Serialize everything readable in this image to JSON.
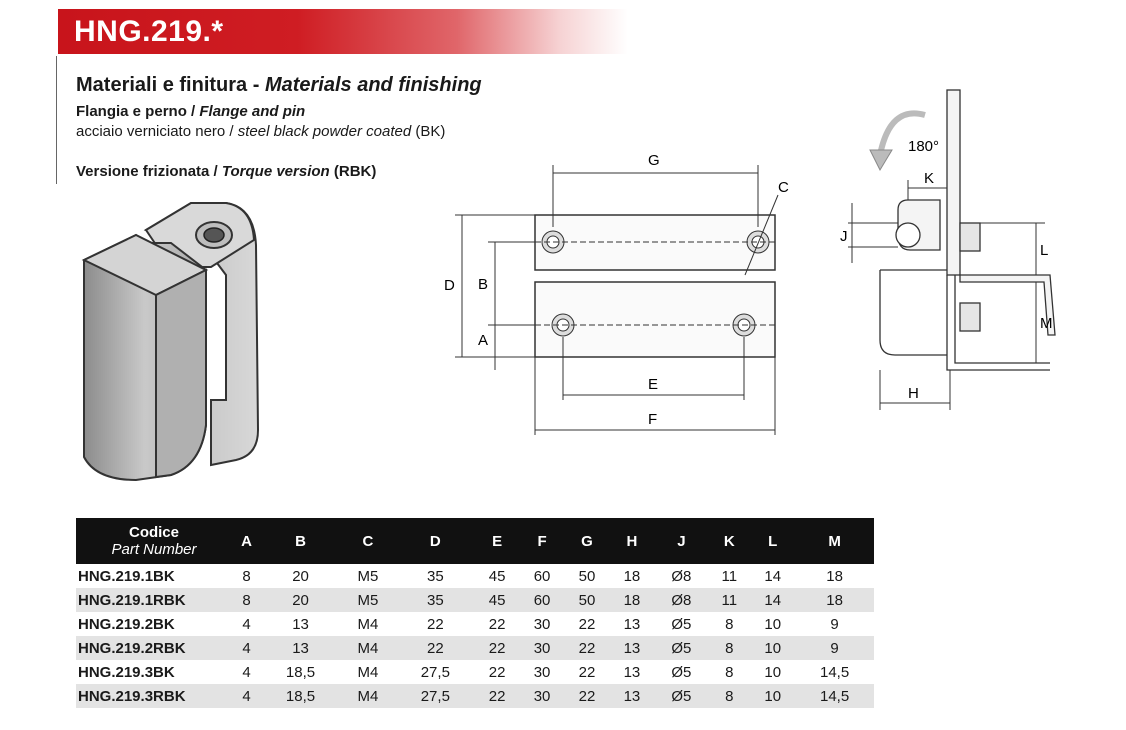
{
  "header": {
    "title": "HNG.219.*"
  },
  "materials": {
    "heading_it": "Materiali e finitura - ",
    "heading_en": "Materials and finishing",
    "flange_it": "Flangia e perno / ",
    "flange_en": "Flange and pin",
    "finish_it": "acciaio verniciato nero / ",
    "finish_en": "steel black powder coated",
    "finish_code": " (BK)",
    "version_it": "Versione frizionata / ",
    "version_en": "Torque version",
    "version_code": " (RBK)"
  },
  "drawing": {
    "labels": {
      "G": "G",
      "C": "C",
      "D": "D",
      "B": "B",
      "A": "A",
      "E": "E",
      "F": "F",
      "K": "K",
      "J": "J",
      "L": "L",
      "M": "M",
      "H": "H",
      "angle": "180°"
    }
  },
  "table": {
    "code_header_it": "Codice",
    "code_header_en": "Part Number",
    "columns": [
      "A",
      "B",
      "C",
      "D",
      "E",
      "F",
      "G",
      "H",
      "J",
      "K",
      "L",
      "M"
    ],
    "rows": [
      {
        "code": "HNG.219.1BK",
        "values": [
          "8",
          "20",
          "M5",
          "35",
          "45",
          "60",
          "50",
          "18",
          "Ø8",
          "11",
          "14",
          "18"
        ]
      },
      {
        "code": "HNG.219.1RBK",
        "values": [
          "8",
          "20",
          "M5",
          "35",
          "45",
          "60",
          "50",
          "18",
          "Ø8",
          "11",
          "14",
          "18"
        ]
      },
      {
        "code": "HNG.219.2BK",
        "values": [
          "4",
          "13",
          "M4",
          "22",
          "22",
          "30",
          "22",
          "13",
          "Ø5",
          "8",
          "10",
          "9"
        ]
      },
      {
        "code": "HNG.219.2RBK",
        "values": [
          "4",
          "13",
          "M4",
          "22",
          "22",
          "30",
          "22",
          "13",
          "Ø5",
          "8",
          "10",
          "9"
        ]
      },
      {
        "code": "HNG.219.3BK",
        "values": [
          "4",
          "18,5",
          "M4",
          "27,5",
          "22",
          "30",
          "22",
          "13",
          "Ø5",
          "8",
          "10",
          "14,5"
        ]
      },
      {
        "code": "HNG.219.3RBK",
        "values": [
          "4",
          "18,5",
          "M4",
          "27,5",
          "22",
          "30",
          "22",
          "13",
          "Ø5",
          "8",
          "10",
          "14,5"
        ]
      }
    ]
  }
}
